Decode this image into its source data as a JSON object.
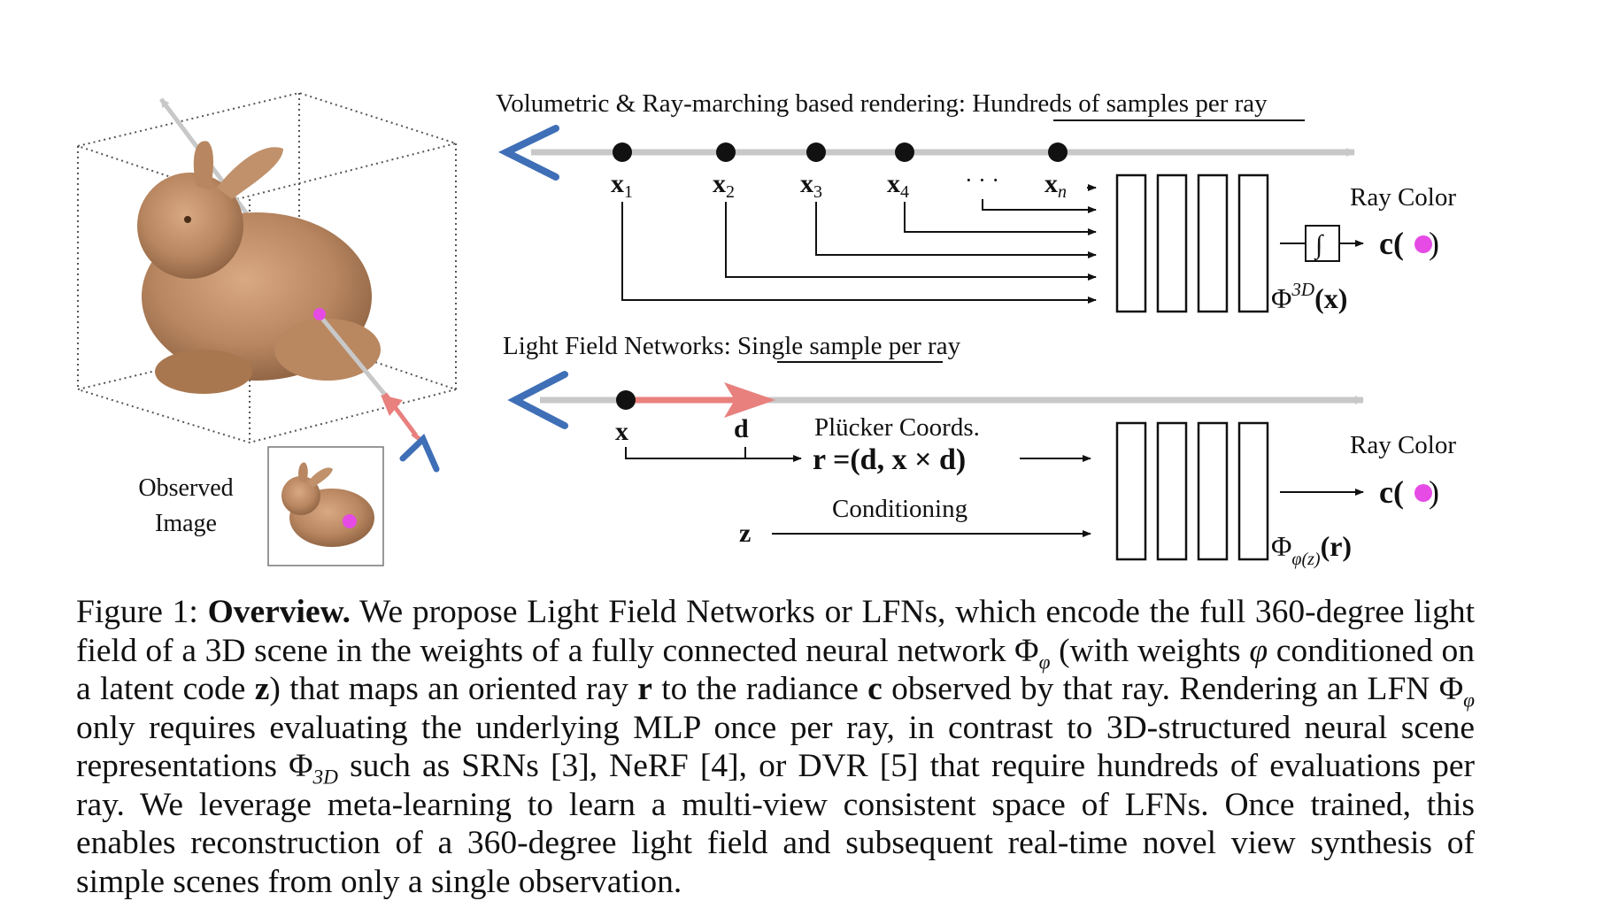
{
  "figure": {
    "left": {
      "observed_label_line1": "Observed",
      "observed_label_line2": "Image"
    },
    "top_panel": {
      "title_prefix": "Volumetric & Ray-marching based rendering: ",
      "title_underlined": "Hundreds of samples",
      "title_suffix": " per ray",
      "samples": [
        "x",
        "x",
        "x",
        "x",
        "x"
      ],
      "sample_subscripts": [
        "1",
        "2",
        "3",
        "4",
        "n"
      ],
      "ellipsis": "· · ·",
      "ray_color_label": "Ray Color",
      "integral_symbol": "∫",
      "output_symbol": "c(",
      "output_close": ")",
      "network_symbol": "Φ",
      "network_superscript": "3D",
      "network_arg": "(x)"
    },
    "bottom_panel": {
      "title_prefix": "Light Field Networks: ",
      "title_underlined": "Single sample",
      "title_suffix": " per ray",
      "point_label": "x",
      "direction_label": "d",
      "plucker_label": "Plücker Coords.",
      "plucker_formula": "r =(d, x × d)",
      "latent_label": "z",
      "conditioning_label": "Conditioning",
      "ray_color_label": "Ray Color",
      "output_symbol": "c(",
      "output_close": ")",
      "network_symbol": "Φ",
      "network_subscript": "φ(z)",
      "network_arg": "(r)"
    },
    "colors": {
      "ray_gray": "#c8c8c8",
      "eye_blue": "#3f6fb6",
      "ray_red": "#e8807e",
      "pixel_magenta": "#e64be6",
      "bunny": "#b88660"
    }
  },
  "caption": {
    "label": "Figure 1: ",
    "bold": "Overview.",
    "text_1": " We propose Light Field Networks or LFNs, which encode the full 360-degree light field of a 3D scene in the weights of a fully connected neural network ",
    "phi": "Φ",
    "phi_sub": "φ",
    "text_2": " (with weights ",
    "phi_weights": "φ",
    "text_3": " conditioned on a latent code ",
    "z": "z",
    "text_4": ") that maps an oriented ray ",
    "r": "r",
    "text_5": " to the radiance ",
    "c": "c",
    "text_6": " observed by that ray. Rendering an LFN ",
    "text_7": " only requires evaluating the underlying MLP once per ray, in contrast to 3D-structured neural scene representations ",
    "phi3d_sub": "3D",
    "text_8": " such as SRNs [3], NeRF [4], or DVR [5] that require hundreds of evaluations per ray. We leverage meta-learning to learn a multi-view consistent space of LFNs. Once trained, this enables reconstruction of a 360-degree light field and subsequent real-time novel view synthesis of simple scenes from only a single observation."
  }
}
